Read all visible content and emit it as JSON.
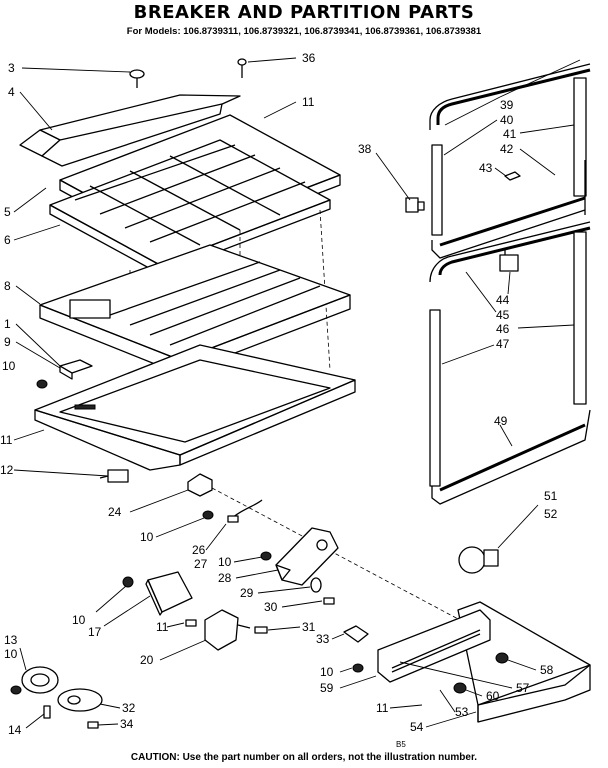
{
  "header": {
    "title": "BREAKER AND PARTITION PARTS",
    "models": "For Models: 106.8739311, 106.8739321, 106.8739341, 106.8739361, 106.8739381"
  },
  "footer": {
    "code": "B5",
    "caution": "CAUTION: Use the part number on all orders, not the illustration number."
  },
  "callouts": {
    "c1": "1",
    "c3": "3",
    "c4": "4",
    "c5": "5",
    "c6": "6",
    "c8": "8",
    "c9": "9",
    "c10a": "10",
    "c10b": "10",
    "c10c": "10",
    "c10d": "10",
    "c10e": "10",
    "c10f": "10",
    "c11a": "11",
    "c11b": "11",
    "c11c": "11",
    "c11d": "11",
    "c12": "12",
    "c13": "13",
    "c14": "14",
    "c17": "17",
    "c20": "20",
    "c24": "24",
    "c26": "26",
    "c27": "27",
    "c28": "28",
    "c29": "29",
    "c30": "30",
    "c31": "31",
    "c32": "32",
    "c33": "33",
    "c34": "34",
    "c36": "36",
    "c38": "38",
    "c39": "39",
    "c40": "40",
    "c41": "41",
    "c42": "42",
    "c43": "43",
    "c44": "44",
    "c45": "45",
    "c46": "46",
    "c47": "47",
    "c49": "49",
    "c51": "51",
    "c52": "52",
    "c53": "53",
    "c54": "54",
    "c57": "57",
    "c58": "58",
    "c59": "59",
    "c60": "60"
  }
}
